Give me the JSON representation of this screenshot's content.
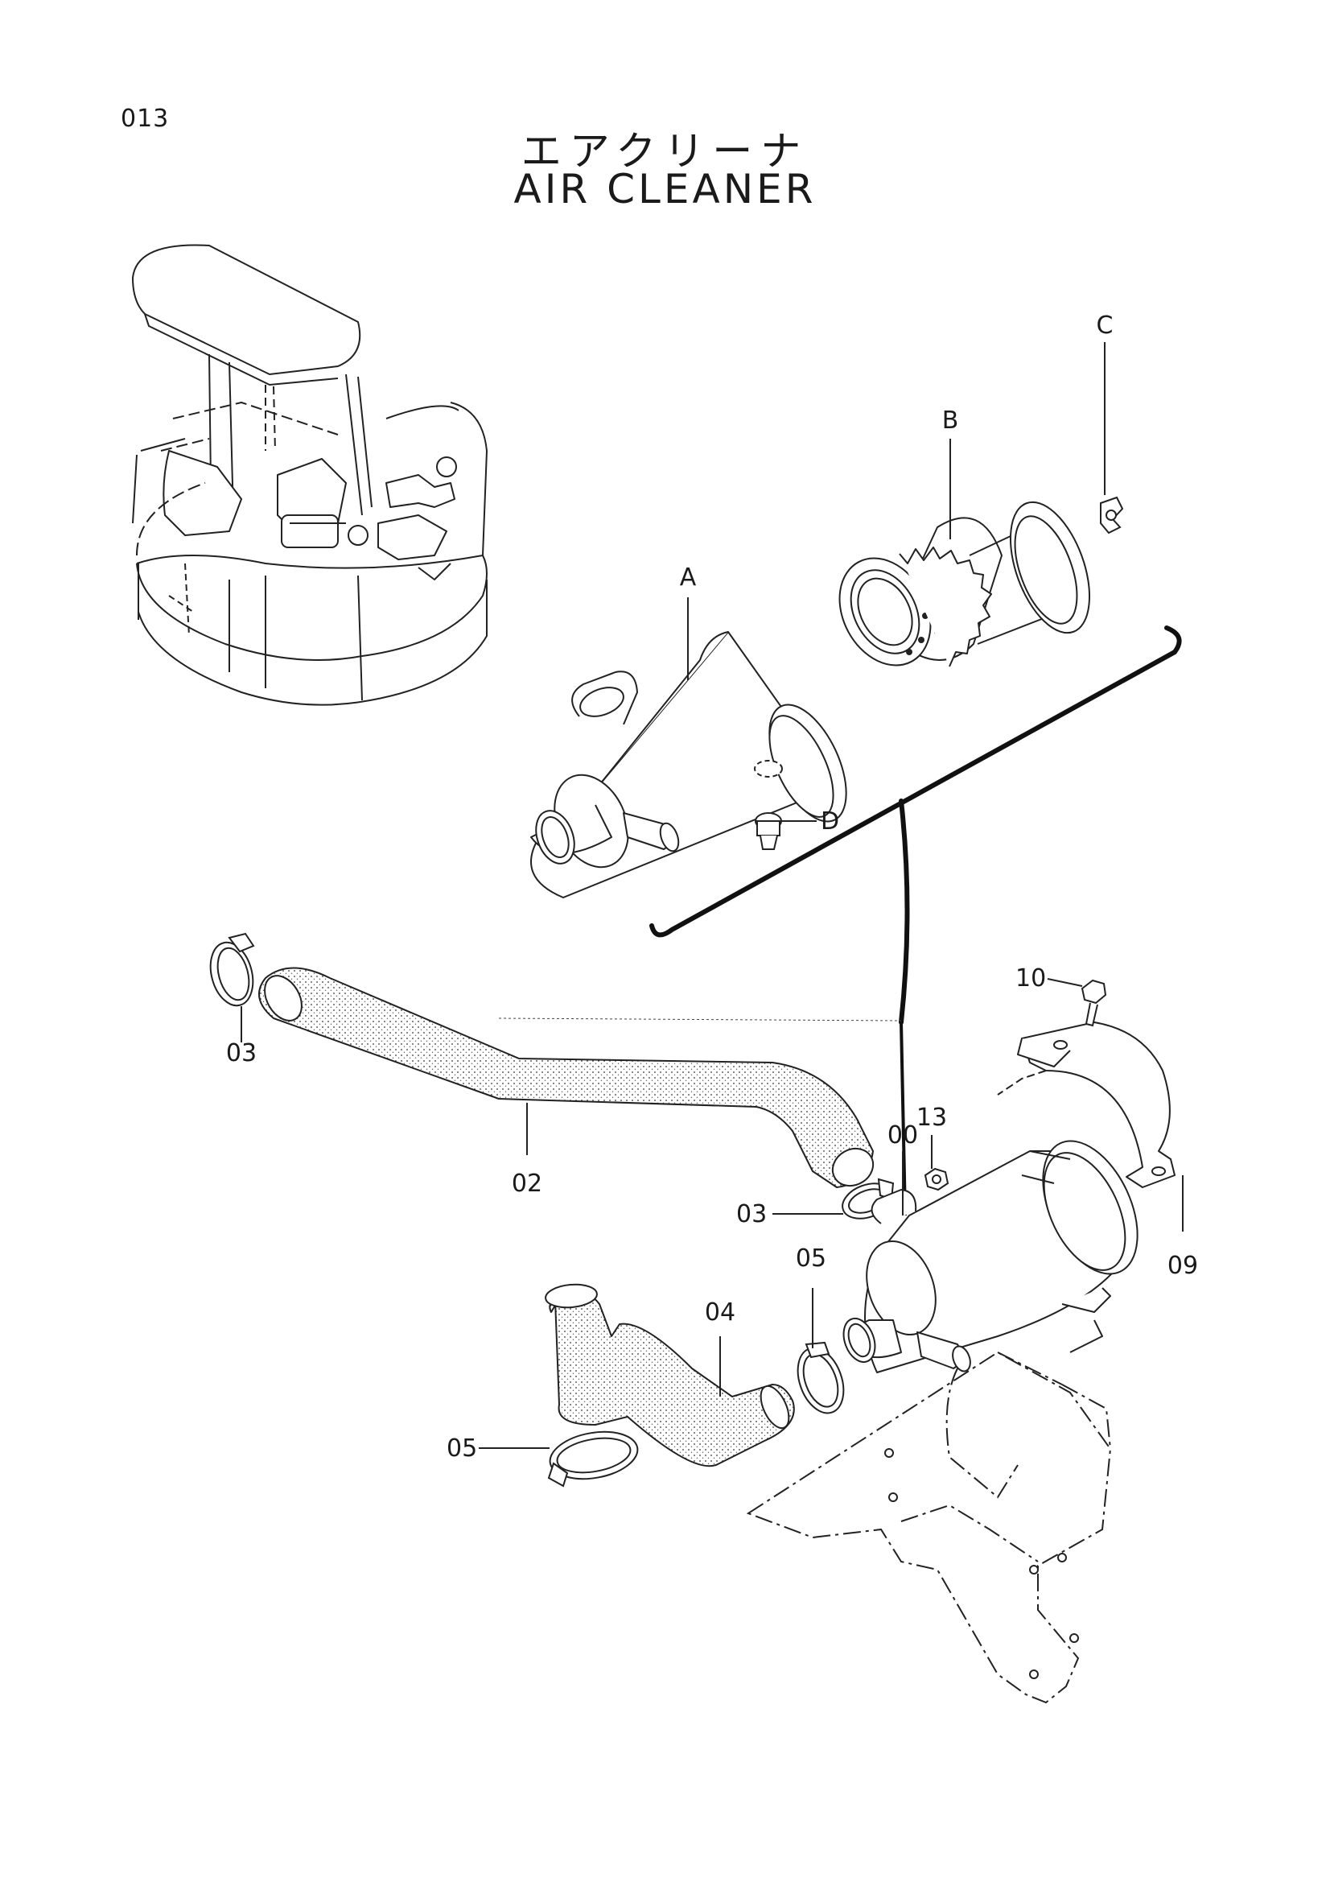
{
  "page_number": "013",
  "title": {
    "japanese": "エアクリーナ",
    "english": "AIR  CLEANER"
  },
  "callouts": {
    "A": "A",
    "B": "B",
    "C": "C",
    "D": "D",
    "p00": "00",
    "p02": "02",
    "p03_top": "03",
    "p03_mid": "03",
    "p04": "04",
    "p05_top": "05",
    "p05_bottom": "05",
    "p09": "09",
    "p10": "10",
    "p13": "13"
  }
}
